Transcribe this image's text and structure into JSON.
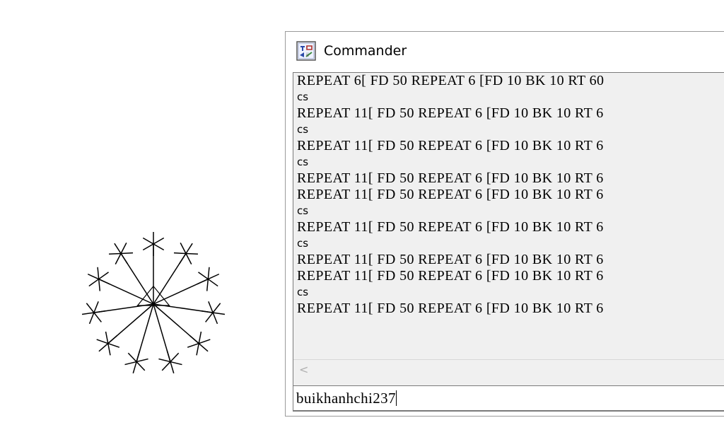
{
  "window": {
    "title": "Commander",
    "icon": "logo-app-icon"
  },
  "history": {
    "lines": [
      {
        "kind": "cmd",
        "text": "REPEAT 6[ FD 50 REPEAT 6 [FD 10 BK 10 RT 60"
      },
      {
        "kind": "cs",
        "text": "cs"
      },
      {
        "kind": "cmd",
        "text": "REPEAT 11[ FD 50 REPEAT 6 [FD 10 BK 10 RT 6"
      },
      {
        "kind": "cs",
        "text": "cs"
      },
      {
        "kind": "cmd",
        "text": "REPEAT 11[ FD 50 REPEAT 6 [FD 10 BK 10 RT 6"
      },
      {
        "kind": "cs",
        "text": "cs"
      },
      {
        "kind": "cmd",
        "text": "REPEAT 11[ FD 50 REPEAT 6 [FD 10 BK 10 RT 6"
      },
      {
        "kind": "cmd",
        "text": "REPEAT 11[ FD 50 REPEAT 6 [FD 10 BK 10 RT 6"
      },
      {
        "kind": "cs",
        "text": "cs"
      },
      {
        "kind": "cmd",
        "text": "REPEAT 11[ FD 50 REPEAT 6 [FD 10 BK 10 RT 6"
      },
      {
        "kind": "cs",
        "text": "cs"
      },
      {
        "kind": "cmd",
        "text": "REPEAT 11[ FD 50 REPEAT 6 [FD 10 BK 10 RT 6"
      },
      {
        "kind": "cmd",
        "text": "REPEAT 11[ FD 50 REPEAT 6 [FD 10 BK 10 RT 6"
      },
      {
        "kind": "cs",
        "text": "cs"
      },
      {
        "kind": "cmd",
        "text": "REPEAT 11[ FD 50 REPEAT 6 [FD 10 BK 10 RT 6"
      }
    ],
    "scroll_left_glyph": "<"
  },
  "input": {
    "value": "buikhanhchi237",
    "placeholder": ""
  },
  "drawing": {
    "arms": 11,
    "arm_length": 50,
    "spokes": 6,
    "spoke_length": 10,
    "line_color": "#000000"
  }
}
